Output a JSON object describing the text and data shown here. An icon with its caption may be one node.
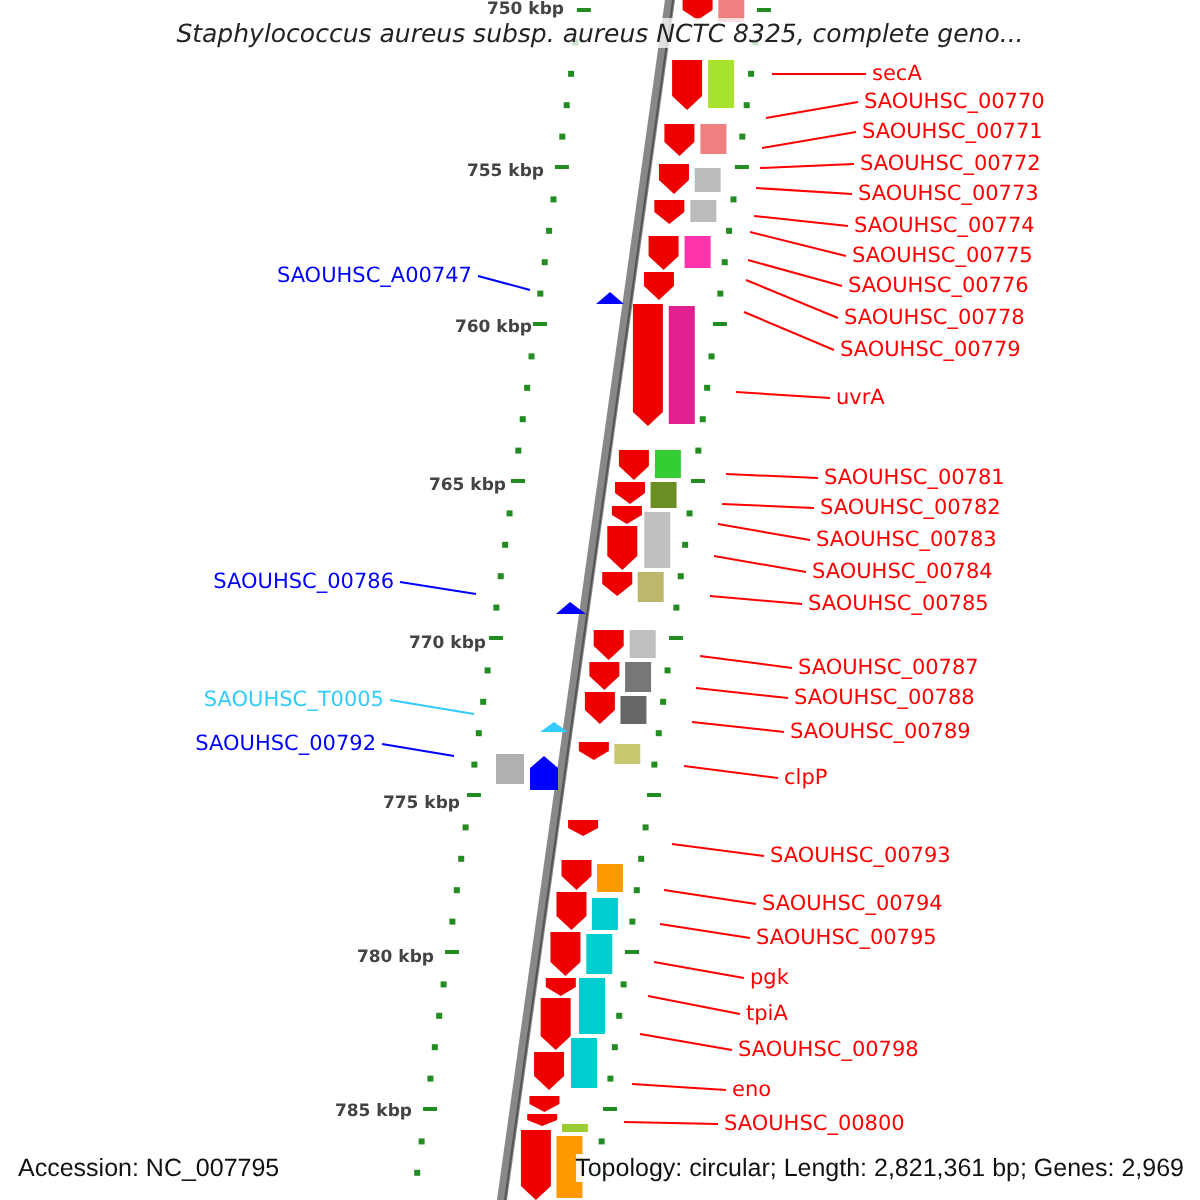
{
  "diagram": {
    "title": "Staphylococcus aureus subsp. aureus NCTC 8325, complete geno...",
    "nodes": [
      {
        "text": [
          "secA"
        ]
      },
      {
        "text": [
          "SAOUHSC_00770"
        ]
      },
      {
        "text": [
          "SAOUHSC_00771"
        ]
      },
      {
        "text": [
          "SAOUHSC_00772"
        ]
      },
      {
        "text": [
          "SAOUHSC_00773"
        ]
      },
      {
        "text": [
          "SAOUHSC_00774"
        ]
      },
      {
        "text": [
          "SAOUHSC_00775"
        ]
      },
      {
        "text": [
          "SAOUHSC_A00747"
        ]
      },
      {
        "text": [
          "SAOUHSC_00776"
        ]
      },
      {
        "text": [
          "SAOUHSC_00778"
        ]
      },
      {
        "text": [
          "SAOUHSC_00779"
        ]
      },
      {
        "text": [
          "uvrA"
        ]
      },
      {
        "text": [
          "SAOUHSC_00781"
        ]
      },
      {
        "text": [
          "SAOUHSC_00782"
        ]
      },
      {
        "text": [
          "SAOUHSC_00783"
        ]
      },
      {
        "text": [
          "SAOUHSC_00784"
        ]
      },
      {
        "text": [
          "SAOUHSC_00786"
        ]
      },
      {
        "text": [
          "SAOUHSC_00785"
        ]
      },
      {
        "text": [
          "SAOUHSC_00787"
        ]
      },
      {
        "text": [
          "SAOUHSC_00788"
        ]
      },
      {
        "text": [
          "SAOUHSC_T0005"
        ]
      },
      {
        "text": [
          "SAOUHSC_00789"
        ]
      },
      {
        "text": [
          "SAOUHSC_00792"
        ]
      },
      {
        "text": [
          "clpP"
        ]
      },
      {
        "text": [
          "SAOUHSC_00793"
        ]
      },
      {
        "text": [
          "SAOUHSC_00794"
        ]
      },
      {
        "text": [
          "SAOUHSC_00795"
        ]
      },
      {
        "text": [
          "pgk"
        ]
      },
      {
        "text": [
          "tpiA"
        ]
      },
      {
        "text": [
          "SAOUHSC_00798"
        ]
      },
      {
        "text": [
          "eno"
        ]
      },
      {
        "text": [
          "SAOUHSC_00800"
        ]
      }
    ],
    "edges": [
      {
        "from": 0,
        "to": null,
        "arrow": "none"
      },
      {
        "from": 1,
        "to": null,
        "arrow": "none"
      },
      {
        "from": 2,
        "to": null,
        "arrow": "none"
      },
      {
        "from": 3,
        "to": null,
        "arrow": "none"
      },
      {
        "from": 4,
        "to": null,
        "arrow": "none"
      },
      {
        "from": 5,
        "to": null,
        "arrow": "none"
      },
      {
        "from": 6,
        "to": null,
        "arrow": "none"
      },
      {
        "from": 7,
        "to": null,
        "arrow": "none",
        "color": "#0000ff"
      },
      {
        "from": 8,
        "to": null,
        "arrow": "none"
      },
      {
        "from": 9,
        "to": null,
        "arrow": "none"
      },
      {
        "from": 10,
        "to": null,
        "arrow": "none"
      },
      {
        "from": 11,
        "to": null,
        "arrow": "none"
      },
      {
        "from": 12,
        "to": null,
        "arrow": "none"
      },
      {
        "from": 13,
        "to": null,
        "arrow": "none"
      },
      {
        "from": 14,
        "to": null,
        "arrow": "none"
      },
      {
        "from": 15,
        "to": null,
        "arrow": "none"
      },
      {
        "from": 16,
        "to": null,
        "arrow": "none",
        "color": "#0000ff"
      },
      {
        "from": 17,
        "to": null,
        "arrow": "none"
      },
      {
        "from": 18,
        "to": null,
        "arrow": "none"
      },
      {
        "from": 19,
        "to": null,
        "arrow": "none"
      },
      {
        "from": 20,
        "to": null,
        "arrow": "none",
        "color": "#33ccff"
      },
      {
        "from": 21,
        "to": null,
        "arrow": "none"
      },
      {
        "from": 22,
        "to": null,
        "arrow": "none",
        "color": "#0000ff"
      },
      {
        "from": 23,
        "to": null,
        "arrow": "none"
      },
      {
        "from": 24,
        "to": null,
        "arrow": "none"
      },
      {
        "from": 25,
        "to": null,
        "arrow": "none"
      },
      {
        "from": 26,
        "to": null,
        "arrow": "none"
      },
      {
        "from": 27,
        "to": null,
        "arrow": "none"
      },
      {
        "from": 28,
        "to": null,
        "arrow": "none"
      },
      {
        "from": 29,
        "to": null,
        "arrow": "none"
      },
      {
        "from": 30,
        "to": null,
        "arrow": "none"
      },
      {
        "from": 31,
        "to": null,
        "arrow": "none"
      }
    ],
    "labels": [
      "750 kbp",
      "755 kbp",
      "760 kbp",
      "765 kbp",
      "770 kbp",
      "775 kbp",
      "780 kbp",
      "785 kbp",
      "Accession: NC_007795",
      "Topology: circular; Length: 2,821,361 bp; Genes: 2,969"
    ]
  }
}
